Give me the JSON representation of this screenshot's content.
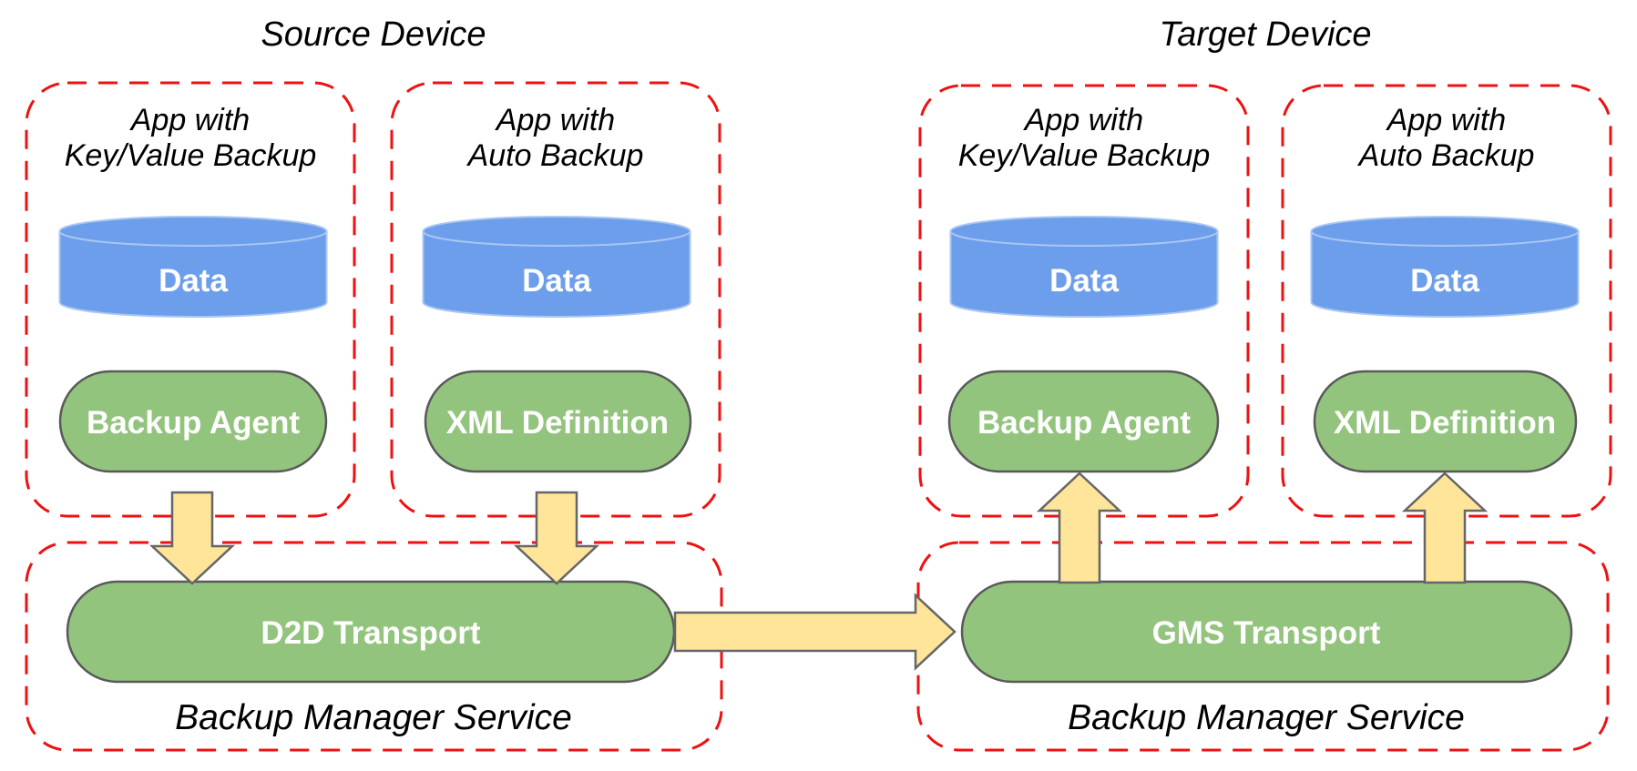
{
  "colors": {
    "box-dash": "#ee1111",
    "shape-green": "#93c47d",
    "shape-green-stroke": "#595959",
    "cyl-blue": "#6d9eeb",
    "cyl-blue-stroke": "#a9c7f2",
    "arrow-yellow": "#ffe599",
    "arrow-stroke": "#666666",
    "text-dark": "#000000",
    "text-light": "#ffffff"
  },
  "source": {
    "title": "Source Device",
    "apps": [
      {
        "line1": "App with",
        "line2": "Key/Value Backup",
        "data": "Data",
        "component": "Backup Agent"
      },
      {
        "line1": "App with",
        "line2": "Auto Backup",
        "data": "Data",
        "component": "XML Definition"
      }
    ],
    "transport": "D2D Transport",
    "service": "Backup Manager Service"
  },
  "target": {
    "title": "Target Device",
    "apps": [
      {
        "line1": "App with",
        "line2": "Key/Value Backup",
        "data": "Data",
        "component": "Backup Agent"
      },
      {
        "line1": "App with",
        "line2": "Auto Backup",
        "data": "Data",
        "component": "XML Definition"
      }
    ],
    "transport": "GMS Transport",
    "service": "Backup Manager Service"
  }
}
